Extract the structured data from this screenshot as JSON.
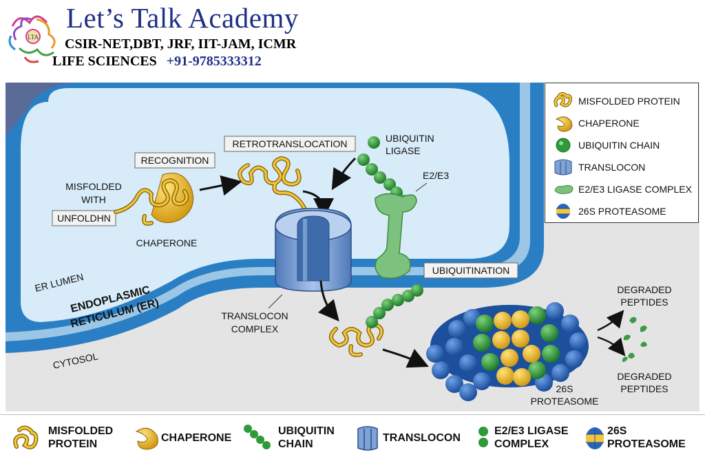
{
  "header": {
    "title": "Let’s Talk Academy",
    "subtitle": "CSIR-NET,DBT, JRF, IIT-JAM, ICMR",
    "line2": "LIFE SCIENCES",
    "phone": "+91-9785333312",
    "logo_text": "LTA"
  },
  "labels": {
    "recognition": "RECOGNITION",
    "retrotranslocation": "RETROTRANSLOCATION",
    "ubiquitination": "UBIQUITINATION",
    "misfolded_with": [
      "MISFOLDED",
      "WITH"
    ],
    "unfoldhn": "UNFOLDHN",
    "chaperone": "CHAPERONE",
    "ubiquitin_ligase": [
      "UBIQUITIN",
      "LIGASE"
    ],
    "e2e3": "E2/E3",
    "er_lumen": "ER LUMEN",
    "er": [
      "ENDOPLASMIC",
      "RETICULUM (ER)"
    ],
    "translocon_complex": [
      "TRANSLOCON",
      "COMPLEX"
    ],
    "cytosol": "CYTOSOL",
    "degraded_top": [
      "DEGRADED",
      "PEPTIDES"
    ],
    "degraded_bottom": [
      "DEGRADED",
      "PEPTIDES"
    ],
    "proteasome": [
      "26S",
      "PROTEASOME"
    ]
  },
  "legend": [
    {
      "icon": "misfolded-protein-icon",
      "label": "MISFOLDED PROTEIN"
    },
    {
      "icon": "chaperone-icon",
      "label": "CHAPERONE"
    },
    {
      "icon": "ubiquitin-chain-icon",
      "label": "UBIQUITIN CHAIN"
    },
    {
      "icon": "translocon-icon",
      "label": "TRANSLOCON"
    },
    {
      "icon": "e2e3-ligase-icon",
      "label": "E2/E3 LIGASE COMPLEX"
    },
    {
      "icon": "proteasome-icon",
      "label": "26S PROTEASOME"
    }
  ],
  "bottom_legend": [
    {
      "icon": "misfolded-protein-icon",
      "lines": [
        "MISFOLDED",
        "PROTEIN"
      ]
    },
    {
      "icon": "chaperone-icon",
      "lines": [
        "CHAPERONE"
      ]
    },
    {
      "icon": "ubiquitin-chain-icon",
      "lines": [
        "UBIQUITIN",
        "CHAIN"
      ]
    },
    {
      "icon": "translocon-icon",
      "lines": [
        "TRANSLOCON"
      ]
    },
    {
      "icon": "e2e3-ligase-icon",
      "lines": [
        "E2/E3 LIGASE",
        "COMPLEX"
      ]
    },
    {
      "icon": "proteasome-icon",
      "lines": [
        "26S",
        "PROTEASOME"
      ]
    }
  ],
  "colors": {
    "title_blue": "#1f2f86",
    "membrane_blue": "#2a7fc4",
    "lumen": "#d7ecf8",
    "cytosol": "#e6e6e6",
    "protein_yellow": "#f2c53d",
    "ubiquitin_green": "#2f9a3a",
    "ligase_green": "#7cc27e",
    "translocon_blue": "#7fa3d6",
    "proteasome_blue": "#2a66b8"
  }
}
